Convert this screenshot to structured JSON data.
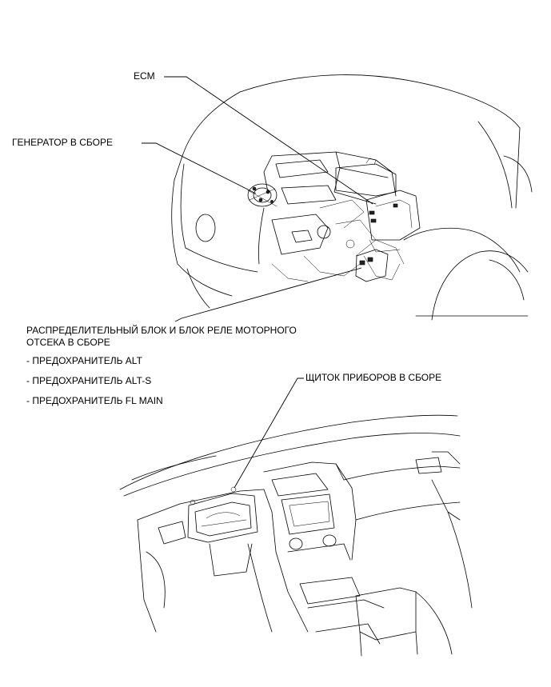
{
  "labels": {
    "ecm": "ECM",
    "generator": "ГЕНЕРАТОР В СБОРЕ",
    "junction_block_line1": "РАСПРЕДЕЛИТЕЛЬНЫЙ БЛОК И БЛОК РЕЛЕ МОТОРНОГО",
    "junction_block_line2": "ОТСЕКА В СБОРЕ",
    "fuses": [
      "- ПРЕДОХРАНИТЕЛЬ ALT",
      "- ПРЕДОХРАНИТЕЛЬ ALT-S",
      "- ПРЕДОХРАНИТЕЛЬ FL MAIN"
    ],
    "instrument_panel": "ЩИТОК ПРИБОРОВ В СБОРЕ"
  }
}
